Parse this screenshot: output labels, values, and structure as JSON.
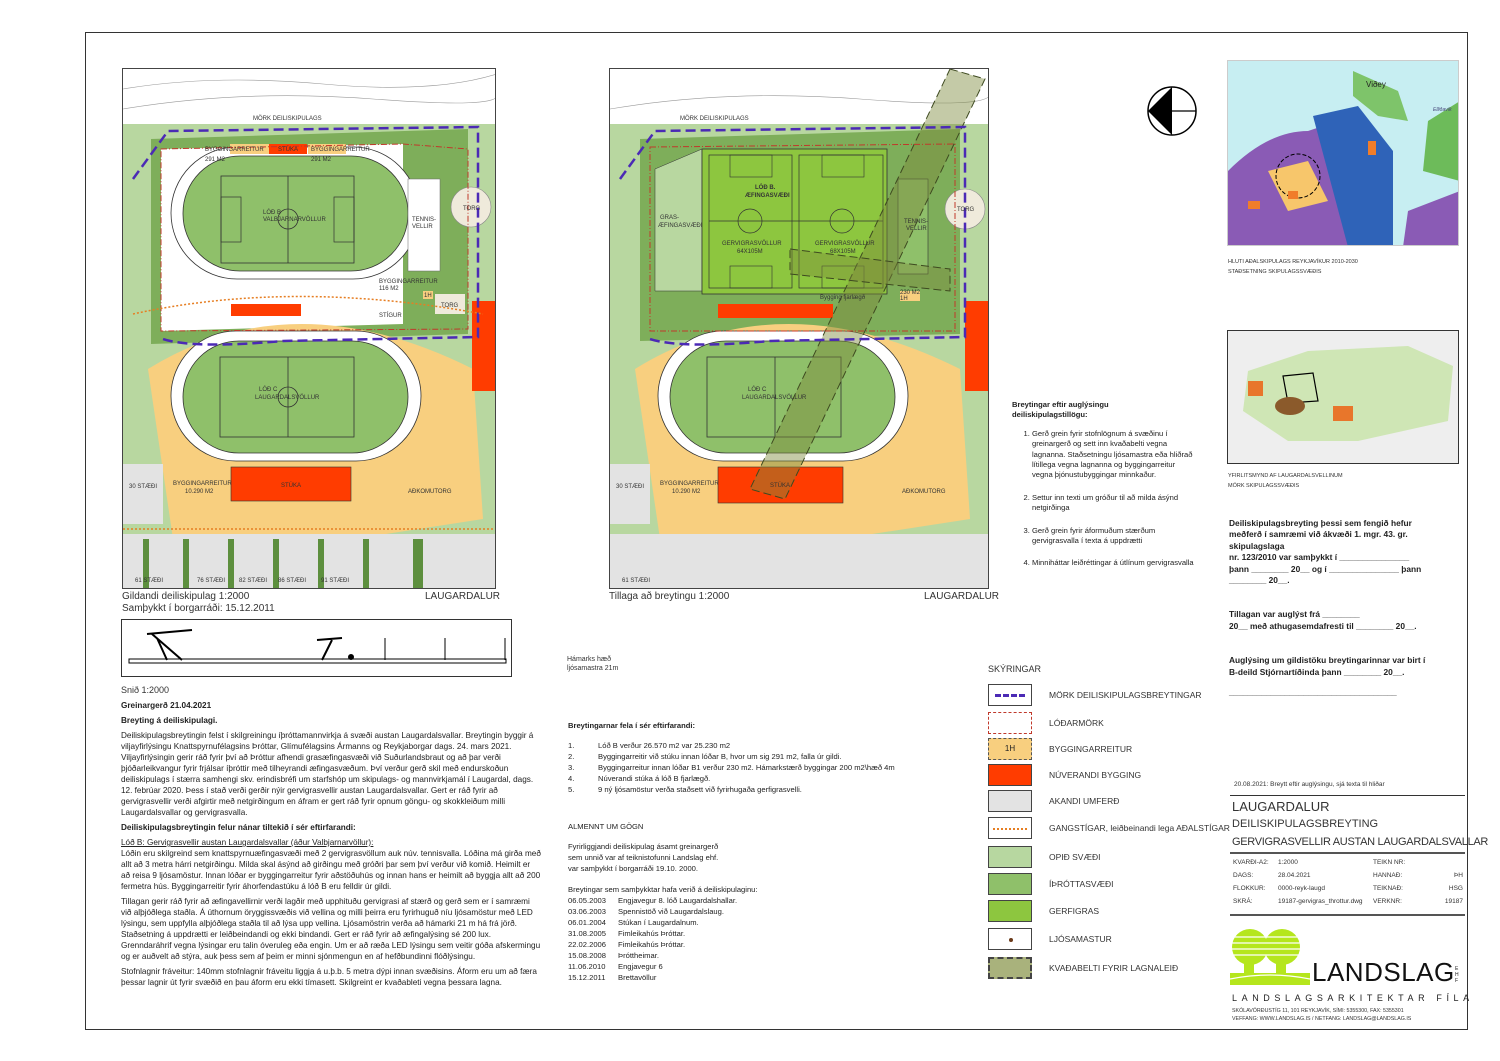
{
  "left_map": {
    "labels": [
      "MÖRK DEILISKIPULAGS",
      "BYGGINGARREITUR",
      "291 M2",
      "STÚKA",
      "BYGGINGARREITUR",
      "291 M2",
      "LÓÐ B",
      "VALBJARNARVÖLLUR",
      "TENNIS-",
      "VELLIR",
      "TORG",
      "BYGGINGARREITUR",
      "116 M2",
      "1H",
      "TORG",
      "STÍGUR",
      "LÓÐ C",
      "LAUGARDALSVÖLLUR",
      "30 STÆÐI",
      "BYGGINGARREITUR",
      "10.290 M2",
      "STÚKA",
      "AÐKOMUTORG",
      "61 STÆÐI",
      "76 STÆÐI",
      "82 STÆÐI",
      "86 STÆÐI",
      "91 STÆÐI"
    ],
    "caption1": "Gildandi deiliskipulag 1:2000",
    "caption2": "Samþykkt í borgarráði: 15.12.2011",
    "place": "LAUGARDALUR"
  },
  "right_map": {
    "labels": [
      "MÖRK DEILISKIPULAGS",
      "LÓÐ B.",
      "ÆFINGASVÆÐI",
      "GRAS-",
      "ÆFINGASVÆÐI",
      "GERVIGRASVÖLLUR",
      "64X105M",
      "GERVIGRASVÖLLUR",
      "68X105M",
      "TENNIS-",
      "VELLIR",
      "TORG",
      "230 M2",
      "1H",
      "Bygging fjarlægð",
      "LÓÐ C",
      "LAUGARDALSVÖLLUR",
      "30 STÆÐI",
      "BYGGINGARREITUR",
      "10.290 M2",
      "STÚKA",
      "AÐKOMUTORG",
      "61 STÆÐI"
    ],
    "caption1": "Tillaga að breytingu 1:2000",
    "place": "LAUGARDALUR"
  },
  "section": {
    "title": "Snið 1:2000",
    "note1": "Hámarks hæð",
    "note2": "ljósamastra 21m"
  },
  "report": {
    "heading": "Greinargerð 21.04.2021",
    "subheading": "Breyting á deiliskipulagi.",
    "p1": "Deiliskipulagsbreytingin felst í skilgreiningu íþróttamannvirkja á svæði austan Laugardalsvallar.  Breytingin byggir á viljayfirlýsingu Knattspyrnufélagsins Þróttar, Glímufélagsins Ármanns og Reykjaborgar dags. 24. mars 2021. Viljayfirlýsingin gerir ráð fyrir því að Þróttur afhendi grasæfingasvæði við Suðurlandsbraut og að þar verði þjóðarleikvangur fyrir frjálsar íþróttir með tilheyrandi æfingasvæðum. Því verður gerð skil með endurskoðun deiliskipulags í stærra samhengi skv. erindisbréfi um starfshóp um skipulags- og mannvirkjamál í Laugardal, dags. 12. febrúar 2020. Þess í stað verði gerðir nýir gervigrasvellir austan Laugardalsvallar. Gert er ráð fyrir að gervigrasvellir verði afgirtir með netgirðingum en áfram er gert ráð fyrir opnum göngu- og skokkleiðum milli Laugardalsvallar og gervigrasvalla.",
    "heading2": "Deiliskipulagsbreytingin felur nánar tiltekið í sér eftirfarandi:",
    "lot_title": "Lóð B: Gervigrasvellir austan Laugardalsvallar (áður Valbjarnarvöllur):",
    "p2": "Lóðin eru skilgreind sem knattspyrnuæfingasvæði með 2 gervigrasvöllum auk núv. tennisvalla. Lóðina má girða með allt að 3 metra hárri netgirðingu. Milda skal ásýnd að girðingu með gróðri þar sem  því verður við komið. Heimilt er að reisa 9 ljósamöstur. Innan lóðar er byggingarreitur fyrir aðstöðuhús og innan hans er heimilt að byggja allt að 200 fermetra hús. Byggingarreitir fyrir áhorfendastúku á lóð B eru felldir úr gildi.",
    "p3": "Tillagan gerir ráð fyrir að æfingavellirnir verði lagðir með upphituðu gervigrasi af stærð og gerð sem er í samræmi við alþjóðlega staðla. Á úthornum öryggissvæðis við vellina og milli þeirra eru fyrirhuguð níu ljósamöstur með LED lýsingu, sem uppfylla alþjóðlega staðla til að lýsa upp vellina.  Ljósamöstrin verða að hámarki 21 m há frá jörð. Staðsetning á uppdrætti er leiðbeindandi og ekki bindandi.  Gert er ráð fyrir  að æfingalýsing sé 200 lux. Grenndaráhrif vegna lýsingar eru talin óveruleg eða engin. Um er að ræða LED lýsingu sem veitir góða afskermingu og er auðvelt að stýra, auk þess sem af þeim er minni sjónmengun en af hefðbundinni flóðlýsingu.",
    "p4": "Stofnlagnir fráveitur: 140mm stofnlagnir fráveitu liggja á u.þ.b. 5 metra dýpi innan svæðisins. Áform eru um að færa þessar lagnir út fyrir svæðið en þau áform eru ekki tímasett. Skilgreint er  kvaðableti vegna þessara lagna."
  },
  "changes": {
    "heading": "Breytingarnar fela í sér eftirfarandi:",
    "items": [
      {
        "n": "1.",
        "t": "Lóð B verður 26.570 m2 var 25.230 m2"
      },
      {
        "n": "2.",
        "t": "Byggingarreitir við stúku innan lóðar B, hvor um sig 291 m2, falla úr gildi."
      },
      {
        "n": "3.",
        "t": "Byggingarreitur innan lóðar B1 verður 230 m2. Hámarkstærð byggingar 200 m2\\hæð 4m"
      },
      {
        "n": "4.",
        "t": "Núverandi stúka á lóð B fjarlægð."
      },
      {
        "n": "5.",
        "t": "9 ný ljósamöstur verða staðsett við fyrirhugaða gerfigrasvelli."
      }
    ],
    "general_heading": "ALMENNT UM GÖGN",
    "general_1": "Fyrirliggjandi deiliskipulag ásamt greinargerð",
    "general_2": "sem unnið var af  teiknistofunni Landslag ehf.",
    "general_3": "var samþykkt í borgarráði 19.10. 2000.",
    "approved_heading": "Breytingar sem samþykktar hafa verið á deiliskipulaginu:",
    "approved": [
      {
        "d": "06.05.2003",
        "t": "Engjavegur 8. lóð Laugardalshallar."
      },
      {
        "d": "03.06.2003",
        "t": "Spennistöð við Laugardalslaug."
      },
      {
        "d": "06.01.2004",
        "t": "Stúkan í Laugardalnum."
      },
      {
        "d": "31.08.2005",
        "t": "Fimleikahús Þróttar."
      },
      {
        "d": "22.02.2006",
        "t": "Fimleikahús Þróttar."
      },
      {
        "d": "15.08.2008",
        "t": "Þróttheimar."
      },
      {
        "d": "11.06.2010",
        "t": "Engjavegur 6"
      },
      {
        "d": "15.12.2011",
        "t": "Brettavöllur"
      }
    ]
  },
  "after_ad": {
    "heading1": "Breytingar eftir auglýsingu",
    "heading2": "deiliskipulagstillögu:",
    "items": [
      "Gerð grein fyrir stofnlögnum á svæðinu í greinargerð og sett inn kvaðabelti vegna lagnanna. Staðsetningu ljósamastra eða hliðrað lítillega vegna lagnanna og byggingarreitur vegna þjónustubyggingar minnkaður.",
      "Settur inn texti um gróður til að milda ásýnd netgirðinga",
      "Gerð grein fyrir áformuðum stærðum gervigrasvalla í texta á uppdrætti",
      "Minniháttar leiðréttingar á útlínum gervigrasvalla"
    ]
  },
  "legend": {
    "title": "SKÝRINGAR",
    "items": [
      {
        "label": "MÖRK DEILISKIPULAGSBREYTINGAR",
        "swatch": "purple-dash"
      },
      {
        "label": "LÓÐARMÖRK",
        "swatch": "red-dashdot"
      },
      {
        "label": "BYGGINGARREITUR",
        "swatch": "building-area",
        "code": "1H"
      },
      {
        "label": "NÚVERANDI BYGGING",
        "swatch": "#ff3c00"
      },
      {
        "label": "AKANDI UMFERÐ",
        "swatch": "#e3e3e3"
      },
      {
        "label": "GANGSTÍGAR, leiðbeinandi lega AÐALSTÍGAR",
        "swatch": "orange-dots"
      },
      {
        "label": "OPIÐ SVÆÐI",
        "swatch": "#b7d7a0"
      },
      {
        "label": "ÍÞRÓTTASVÆÐI",
        "swatch": "#8fc06a"
      },
      {
        "label": "GERFIGRAS",
        "swatch": "#8dc63f"
      },
      {
        "label": "LJÓSAMASTUR",
        "swatch": "light-dot"
      },
      {
        "label": "KVAÐABELTI FYRIR LAGNALEIÐ",
        "swatch": "#a9b27c"
      }
    ]
  },
  "overview": {
    "map1_caption1": "HLUTI AÐALSKIPULAGS REYKJAVÍKUR 2010-2030",
    "map1_caption2": "STAÐSETNING SKIPULAGSSVÆÐIS",
    "map1_label": "Viðey",
    "map1_label2": "Elliðavík",
    "map2_caption1": "YFIRLITSMYND AF LAUGARDALSVELLINUM",
    "map2_caption2": "MÖRK SKIPULAGSSVÆÐIS"
  },
  "approval": {
    "l1": "Deiliskipulagsbreyting þessi sem fengið hefur",
    "l2": "meðferð í samræmi við ákvæði 1. mgr. 43. gr.",
    "l3": "skipulagslaga",
    "l4": "nr. 123/2010 var samþykkt  í _______________",
    "l5": "þann ________  20__ og í _______________ þann",
    "l6": "________ 20__.",
    "a1": "Tillagan var auglýst frá ________",
    "a2": "20__ með athugasemdafresti til ________ 20__.",
    "b1": "Auglýsing um gildistöku breytingarinnar var birt í",
    "b2": "B-deild Stjórnartíðinda þann ________ 20__.",
    "line": "____________________________________"
  },
  "title_block": {
    "revision": "20.08.2021: Breytt eftir auglýsingu, sjá texta til hliðar",
    "t1": "LAUGARDALUR",
    "t2": "DEILISKIPULAGSBREYTING",
    "t3": "GERVIGRASVELLIR AUSTAN LAUGARDALSVALLAR",
    "rows": [
      {
        "k1": "KVARÐI-A2:",
        "v1": "1:2000",
        "k2": "TEIKN NR:",
        "v2": ""
      },
      {
        "k1": "DAGS:",
        "v1": "28.04.2021",
        "k2": "HANNAÐ:",
        "v2": "ÞH"
      },
      {
        "k1": "FLOKKUR:",
        "v1": "0000-reyk-laugd",
        "k2": "TEIKNAÐ:",
        "v2": "HSG"
      },
      {
        "k1": "SKRÁ:",
        "v1": "19187-gervigras_throttur.dwg",
        "k2": "VERKNR:",
        "v2": "19187"
      }
    ]
  },
  "logo": {
    "name": "LANDSLAG",
    "suffix": "EHF",
    "tagline": "LANDSLAGSARKITEKTAR FÍLA",
    "address": "SKÓLAVÖRÐUSTÍG 11, 101 REYKJAVÍK, SÍMI: 5355300, FAX: 5355301",
    "contact": "VEFFANG: WWW.LANDSLAG.IS /   NETFANG: LANDSLAG@LANDSLAG.IS",
    "color": "#b5e61d"
  }
}
